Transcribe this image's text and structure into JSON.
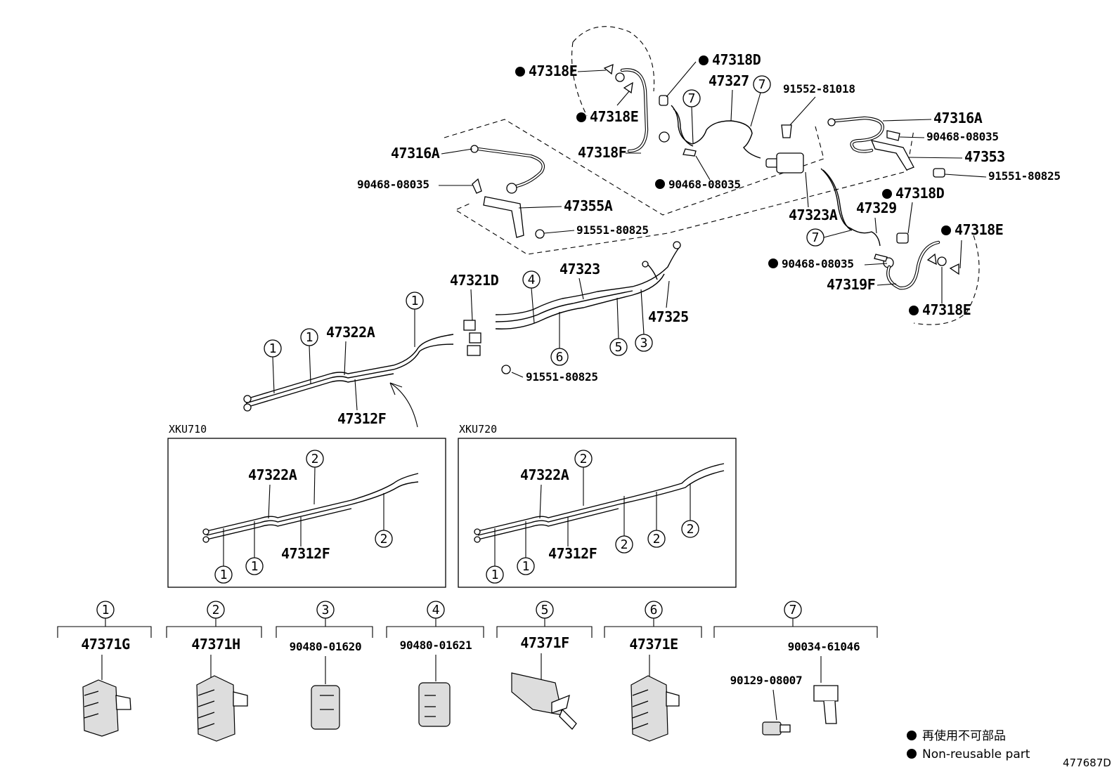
{
  "labels": {
    "p47318E_a": "47318E",
    "p47318E_b": "47318E",
    "p47318D_a": "47318D",
    "p47327": "47327",
    "p91552_81018": "91552-81018",
    "p47316A_r": "47316A",
    "p90468_08035_r": "90468-08035",
    "p47353": "47353",
    "p91551_80825_r": "91551-80825",
    "p47318D_b": "47318D",
    "p47318F": "47318F",
    "p90468_08035_m": "90468-08035",
    "p47316A_l": "47316A",
    "p90468_08035_l": "90468-08035",
    "p47355A": "47355A",
    "p91551_80825_l": "91551-80825",
    "p47323A": "47323A",
    "p47329": "47329",
    "p47318E_c": "47318E",
    "p90468_08035_b": "90468-08035",
    "p47319F": "47319F",
    "p47318E_d": "47318E",
    "p47321D": "47321D",
    "p47323": "47323",
    "p47325": "47325",
    "p47322A": "47322A",
    "p47312F": "47312F",
    "p91551_80825_c": "91551-80825"
  },
  "variants": [
    {
      "title": "XKU710",
      "upper_label": "47322A",
      "lower_label": "47312F"
    },
    {
      "title": "XKU720",
      "upper_label": "47322A",
      "lower_label": "47312F"
    }
  ],
  "clamp_callouts": [
    "1",
    "2",
    "3",
    "4",
    "5",
    "6",
    "7"
  ],
  "clamp_parts": [
    {
      "ref": "1",
      "part": "47371G"
    },
    {
      "ref": "2",
      "part": "47371H"
    },
    {
      "ref": "3",
      "part": "90480-01620"
    },
    {
      "ref": "4",
      "part": "90480-01621"
    },
    {
      "ref": "5",
      "part": "47371F"
    },
    {
      "ref": "6",
      "part": "47371E"
    },
    {
      "ref": "7",
      "part_bolt": "90129-08007",
      "part_clamp": "90034-61046"
    }
  ],
  "legend": {
    "line_ja": "再使用不可部品",
    "line_en": "Non-reusable part"
  },
  "figure_ref": "477687D"
}
